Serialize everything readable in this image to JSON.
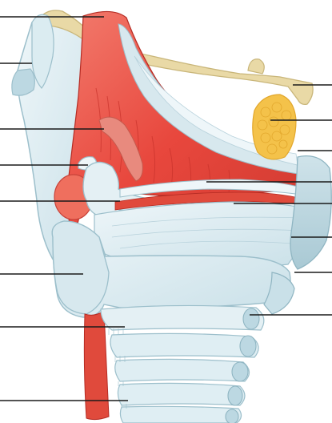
{
  "figure": {
    "leader_lines": {
      "left": [
        {
          "id": "L1"
        },
        {
          "id": "L2"
        },
        {
          "id": "L3"
        },
        {
          "id": "L4"
        },
        {
          "id": "L5"
        },
        {
          "id": "L6"
        },
        {
          "id": "L7"
        },
        {
          "id": "L8"
        }
      ],
      "right": [
        {
          "id": "R1"
        },
        {
          "id": "R2"
        },
        {
          "id": "R3"
        },
        {
          "id": "R4"
        },
        {
          "id": "R5"
        },
        {
          "id": "R6"
        },
        {
          "id": "R7"
        },
        {
          "id": "R8"
        }
      ]
    },
    "colors": {
      "cartilage": "#dfeef3",
      "cartilage_shade": "#bcd8e2",
      "cartilage_outline": "#9cbfcb",
      "muscle": "#e8473d",
      "muscle_light": "#f27a6c",
      "muscle_dark": "#c8322b",
      "fat_fill": "#f4c24a",
      "fat_outline": "#e2a72c",
      "epiglottis": "#e9d9a6",
      "line": "#1a1a1a",
      "background": "#ffffff"
    }
  }
}
